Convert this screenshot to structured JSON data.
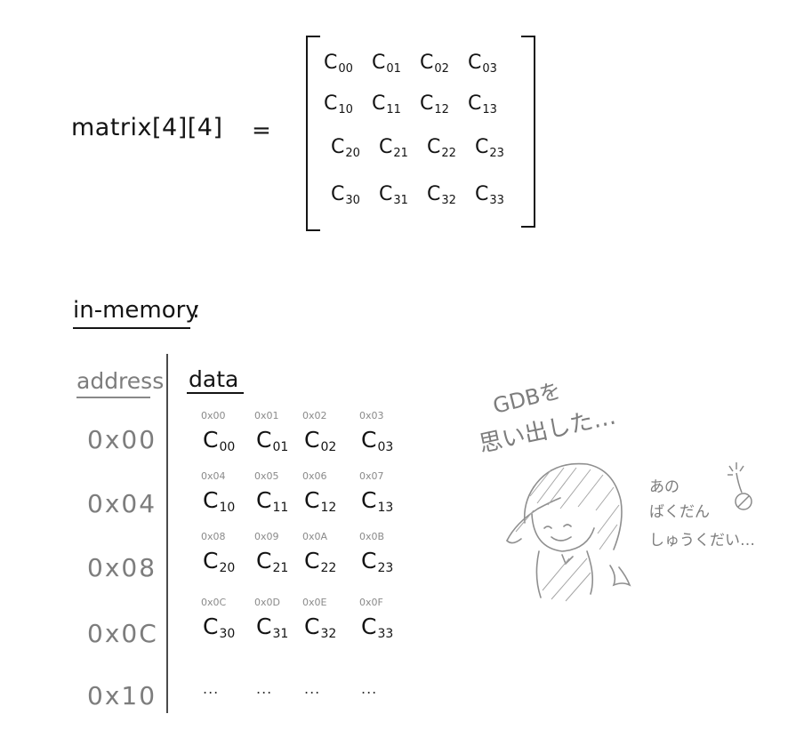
{
  "definition": {
    "label": "matrix[4][4]",
    "equals": "=",
    "rows": [
      [
        {
          "b": "C",
          "s": "00"
        },
        {
          "b": "C",
          "s": "01"
        },
        {
          "b": "C",
          "s": "02"
        },
        {
          "b": "C",
          "s": "03"
        }
      ],
      [
        {
          "b": "C",
          "s": "10"
        },
        {
          "b": "C",
          "s": "11"
        },
        {
          "b": "C",
          "s": "12"
        },
        {
          "b": "C",
          "s": "13"
        }
      ],
      [
        {
          "b": "C",
          "s": "20"
        },
        {
          "b": "C",
          "s": "21"
        },
        {
          "b": "C",
          "s": "22"
        },
        {
          "b": "C",
          "s": "23"
        }
      ],
      [
        {
          "b": "C",
          "s": "30"
        },
        {
          "b": "C",
          "s": "31"
        },
        {
          "b": "C",
          "s": "32"
        },
        {
          "b": "C",
          "s": "33"
        }
      ]
    ]
  },
  "memory": {
    "heading": "in-memory",
    "colon": ":",
    "address_header": "address",
    "data_header": "data",
    "rows": [
      {
        "address": "0x00",
        "offsets": [
          "0x00",
          "0x01",
          "0x02",
          "0x03"
        ],
        "cells": [
          {
            "b": "C",
            "s": "00"
          },
          {
            "b": "C",
            "s": "01"
          },
          {
            "b": "C",
            "s": "02"
          },
          {
            "b": "C",
            "s": "03"
          }
        ]
      },
      {
        "address": "0x04",
        "offsets": [
          "0x04",
          "0x05",
          "0x06",
          "0x07"
        ],
        "cells": [
          {
            "b": "C",
            "s": "10"
          },
          {
            "b": "C",
            "s": "11"
          },
          {
            "b": "C",
            "s": "12"
          },
          {
            "b": "C",
            "s": "13"
          }
        ]
      },
      {
        "address": "0x08",
        "offsets": [
          "0x08",
          "0x09",
          "0x0A",
          "0x0B"
        ],
        "cells": [
          {
            "b": "C",
            "s": "20"
          },
          {
            "b": "C",
            "s": "21"
          },
          {
            "b": "C",
            "s": "22"
          },
          {
            "b": "C",
            "s": "23"
          }
        ]
      },
      {
        "address": "0x0C",
        "offsets": [
          "0x0C",
          "0x0D",
          "0x0E",
          "0x0F"
        ],
        "cells": [
          {
            "b": "C",
            "s": "30"
          },
          {
            "b": "C",
            "s": "31"
          },
          {
            "b": "C",
            "s": "32"
          },
          {
            "b": "C",
            "s": "33"
          }
        ]
      },
      {
        "address": "0x10",
        "offsets": [],
        "cells": [
          {
            "b": "...",
            "s": ""
          },
          {
            "b": "...",
            "s": ""
          },
          {
            "b": "...",
            "s": ""
          },
          {
            "b": "...",
            "s": ""
          }
        ]
      }
    ]
  },
  "doodle": {
    "speech_line1": "GDBを",
    "speech_line2": "思い出した…",
    "note_line1": "あの",
    "note_line2": "ばくだん",
    "note_line3": "しゅうくだい…",
    "bomb_icon": "bomb-icon",
    "character_icon": "girl-sketch-icon"
  }
}
